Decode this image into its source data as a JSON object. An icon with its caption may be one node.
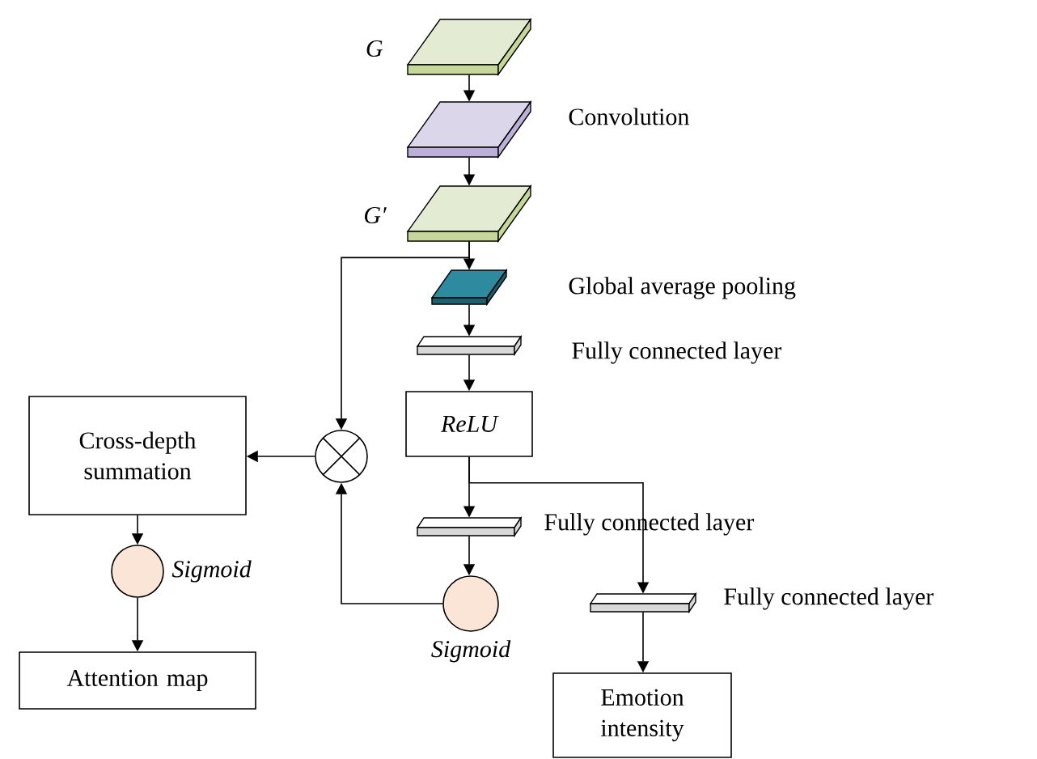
{
  "diagram": {
    "nodes": [
      {
        "text": [],
        "shape": "box",
        "beside": [
          "G"
        ]
      },
      {
        "text": [],
        "shape": "box",
        "beside": [
          "Convolution"
        ]
      },
      {
        "text": [],
        "shape": "box",
        "beside": [
          "G′"
        ]
      },
      {
        "text": [],
        "shape": "box",
        "beside": [
          "Global average pooling"
        ]
      },
      {
        "text": [],
        "shape": "bar",
        "beside": [
          "Fully connected layer"
        ]
      },
      {
        "text": [
          "ReLU"
        ]
      },
      {
        "text": [],
        "shape": "bar",
        "beside": [
          "Fully connected layer"
        ]
      },
      {
        "text": [],
        "shape": "circle",
        "beside": [
          "Sigmoid"
        ]
      },
      {
        "text": [],
        "shape": "circle"
      },
      {
        "text": [
          "Cross-depth summation"
        ]
      },
      {
        "text": [],
        "shape": "circle",
        "beside": [
          "Sigmoid"
        ]
      },
      {
        "text": [
          "Attention map"
        ]
      },
      {
        "text": [],
        "shape": "bar",
        "beside": [
          "Fully connected layer"
        ]
      },
      {
        "text": [
          "Emotion intensity"
        ]
      }
    ],
    "edges": [
      {
        "from": 0,
        "to": 1,
        "arrow": "to"
      },
      {
        "from": 1,
        "to": 2,
        "arrow": "to"
      },
      {
        "from": 2,
        "to": 3,
        "arrow": "to"
      },
      {
        "from": 3,
        "to": 4,
        "arrow": "to"
      },
      {
        "from": 4,
        "to": 5,
        "arrow": "to"
      },
      {
        "from": 5,
        "to": 6,
        "arrow": "to"
      },
      {
        "from": 6,
        "to": 7,
        "arrow": "to"
      },
      {
        "from": 7,
        "to": 8,
        "arrow": "to"
      },
      {
        "from": 2,
        "to": 8,
        "arrow": "to"
      },
      {
        "from": 8,
        "to": 9,
        "arrow": "to"
      },
      {
        "from": 9,
        "to": 10,
        "arrow": "to"
      },
      {
        "from": 10,
        "to": 11,
        "arrow": "to"
      },
      {
        "from": 5,
        "to": 12,
        "arrow": "to"
      },
      {
        "from": 12,
        "to": 13,
        "arrow": "to"
      }
    ]
  }
}
